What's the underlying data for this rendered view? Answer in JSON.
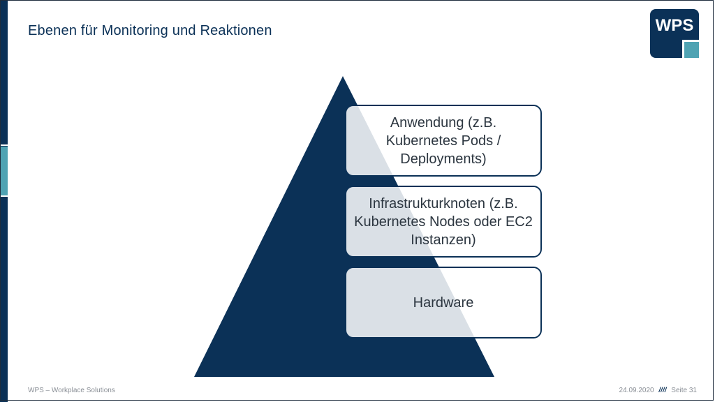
{
  "slide": {
    "title": "Ebenen für Monitoring und Reaktionen"
  },
  "logo": {
    "text": "WPS",
    "colors": {
      "primary": "#0b3157",
      "accent": "#4fa3b3"
    }
  },
  "pyramid": {
    "layers": [
      {
        "label": "Anwendung (z.B. Kubernetes Pods / Deployments)"
      },
      {
        "label": "Infrastrukturknoten (z.B. Kubernetes Nodes oder EC2 Instanzen)"
      },
      {
        "label": "Hardware"
      }
    ],
    "colors": {
      "fill": "#0b3157",
      "box_border": "#0b3157"
    }
  },
  "footer": {
    "company": "WPS – Workplace Solutions",
    "date": "24.09.2020",
    "separator": "////",
    "page": "Seite 31"
  }
}
